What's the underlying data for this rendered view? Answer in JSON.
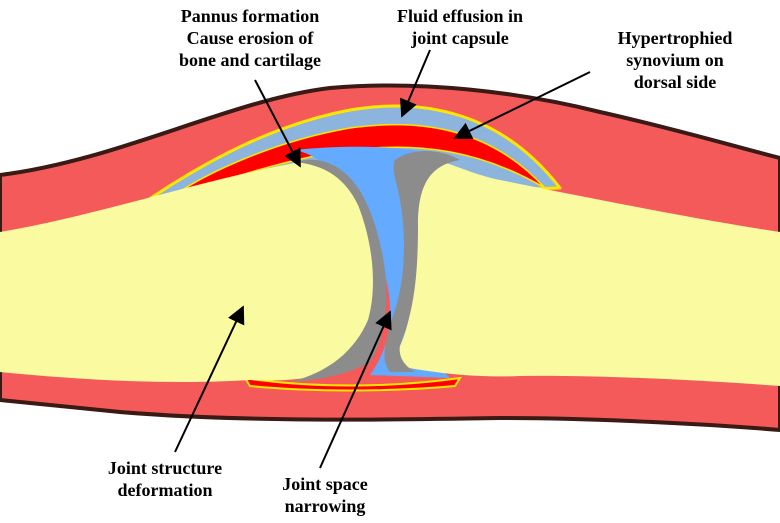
{
  "labels": {
    "pannus": [
      "Pannus formation",
      "Cause erosion of",
      "bone and cartilage"
    ],
    "fluid": [
      "Fluid effusion in",
      "joint capsule"
    ],
    "synovium": [
      "Hypertrophied",
      "synovium on",
      "dorsal side"
    ],
    "deformation": [
      "Joint structure",
      "deformation"
    ],
    "narrowing": [
      "Joint space",
      "narrowing"
    ]
  },
  "colors": {
    "soft_tissue": "#f55a5a",
    "skin_outline": "#3a1a14",
    "bone": "#fafaa0",
    "cartilage": "#8c8c8c",
    "joint_fluid": "#64aaff",
    "capsule_fluid": "#8cb4dc",
    "synovium": "#ff0000",
    "capsule_outline": "#ffe600",
    "arrow": "#000000"
  }
}
